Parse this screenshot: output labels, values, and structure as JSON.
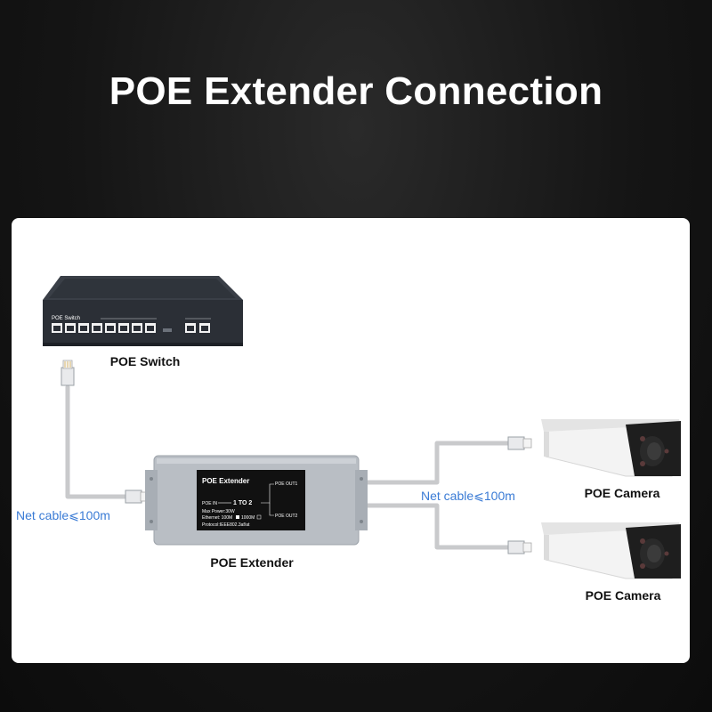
{
  "title": "POE Extender Connection",
  "devices": {
    "switch": {
      "label": "POE Switch",
      "faceplate": "POE Switch"
    },
    "extender": {
      "label": "POE Extender",
      "panel_title": "POE Extender",
      "poe_in": "POE IN",
      "mode": "1 TO 2",
      "out1": "POE OUT1",
      "out2": "POE OUT2",
      "max_power": "Max Power:30W",
      "ethernet_100": "Ethernet: 100M",
      "ethernet_1000": "1000M",
      "protocol": "Protocol:IEEE802.3af/at"
    },
    "camera1": {
      "label": "POE Camera"
    },
    "camera2": {
      "label": "POE Camera"
    }
  },
  "cables": {
    "left": "Net cable⩽100m",
    "right": "Net cable⩽100m"
  },
  "colors": {
    "background": "#151515",
    "panel": "#ffffff",
    "cable": "#c9cacc",
    "cable_label": "#3a7bd5",
    "extender_body": "#b9bec4",
    "extender_label_panel": "#111111",
    "switch_body": "#2b2f36",
    "camera_body": "#f2f2f2",
    "camera_hood": "#1e1e1e"
  }
}
